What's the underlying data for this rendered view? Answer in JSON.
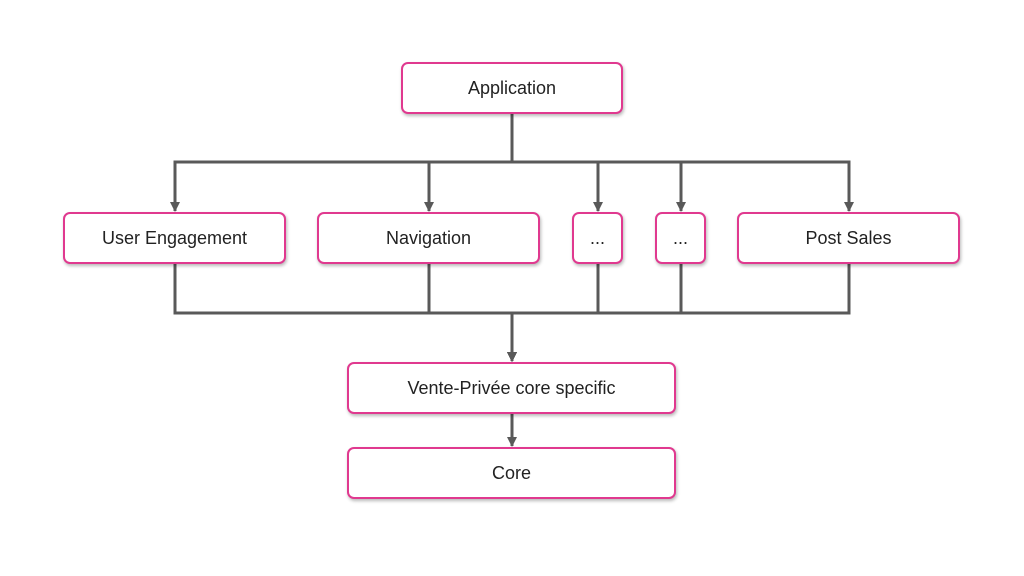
{
  "diagram": {
    "edge_color": "#595959",
    "node_border_color": "#e0398f",
    "nodes": {
      "application": "Application",
      "user_engagement": "User Engagement",
      "navigation": "Navigation",
      "ellipsis_1": "...",
      "ellipsis_2": "...",
      "post_sales": "Post Sales",
      "vp_core": "Vente-Privée core specific",
      "core": "Core"
    },
    "edges": [
      {
        "from": "application",
        "to": "user_engagement"
      },
      {
        "from": "application",
        "to": "navigation"
      },
      {
        "from": "application",
        "to": "ellipsis_1"
      },
      {
        "from": "application",
        "to": "ellipsis_2"
      },
      {
        "from": "application",
        "to": "post_sales"
      },
      {
        "from": "user_engagement",
        "to": "vp_core"
      },
      {
        "from": "navigation",
        "to": "vp_core"
      },
      {
        "from": "ellipsis_1",
        "to": "vp_core"
      },
      {
        "from": "ellipsis_2",
        "to": "vp_core"
      },
      {
        "from": "post_sales",
        "to": "vp_core"
      },
      {
        "from": "vp_core",
        "to": "core"
      }
    ]
  }
}
